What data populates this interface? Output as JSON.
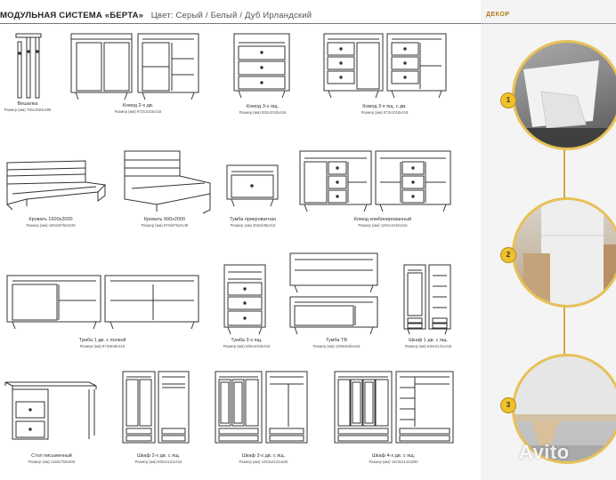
{
  "header": {
    "title": "МОДУЛЬНАЯ СИСТЕМА «БЕРТА»",
    "color_label": "Цвет:",
    "colors": "Серый / Белый / Дуб Ирландский"
  },
  "decor": {
    "title": "ДЕКОР",
    "badges": [
      "1",
      "2",
      "3"
    ],
    "accent": "#e7c156"
  },
  "items": [
    {
      "name": "Вешалка",
      "size": "Размер (мм) 756х1584х289"
    },
    {
      "name": "Комод 2-х дв.",
      "size": "Размер (мм) 973х1018х416"
    },
    {
      "name": "Комод 3-х ящ.",
      "size": "Размер (мм) 832х1043х416"
    },
    {
      "name": "Комод 3-х ящ. с дв.",
      "size": "Размер (мм) 973х1018х416"
    },
    {
      "name": "Кровать 1600х2000",
      "size": "Размер (мм) 1652х876х2109"
    },
    {
      "name": "Кровать 900х2000",
      "size": "Размер (мм) 973х876х2149"
    },
    {
      "name": "Тумба прикроватная",
      "size": "Размер (мм) 453х435х416"
    },
    {
      "name": "Комод комбинированный",
      "size": "Размер (мм) 1291х1043х416"
    },
    {
      "name": "Тумба 1 дв. с полкой",
      "size": "Размер (мм) 973х836х416"
    },
    {
      "name": "Тумба 3-х ящ.",
      "size": "Размер (мм) 535х1018х416"
    },
    {
      "name": "Тумба ТВ",
      "size": "Размер (мм) 1296х536х416"
    },
    {
      "name": "Шкаф 1 дв. с ящ.",
      "size": "Размер (мм) 530х2131х416"
    },
    {
      "name": "Стол письменный",
      "size": "Размер (мм) 1150х750х600"
    },
    {
      "name": "Шкаф 2-х дв. с ящ.",
      "size": "Размер (мм) 835х2131х416"
    },
    {
      "name": "Шкаф 3-х дв. с ящ.",
      "size": "Размер (мм) 1253х2131х545"
    },
    {
      "name": "Шкаф 4-х дв. с ящ.",
      "size": "Размер (мм) 1623х2142х550"
    }
  ],
  "watermark": "Avito"
}
